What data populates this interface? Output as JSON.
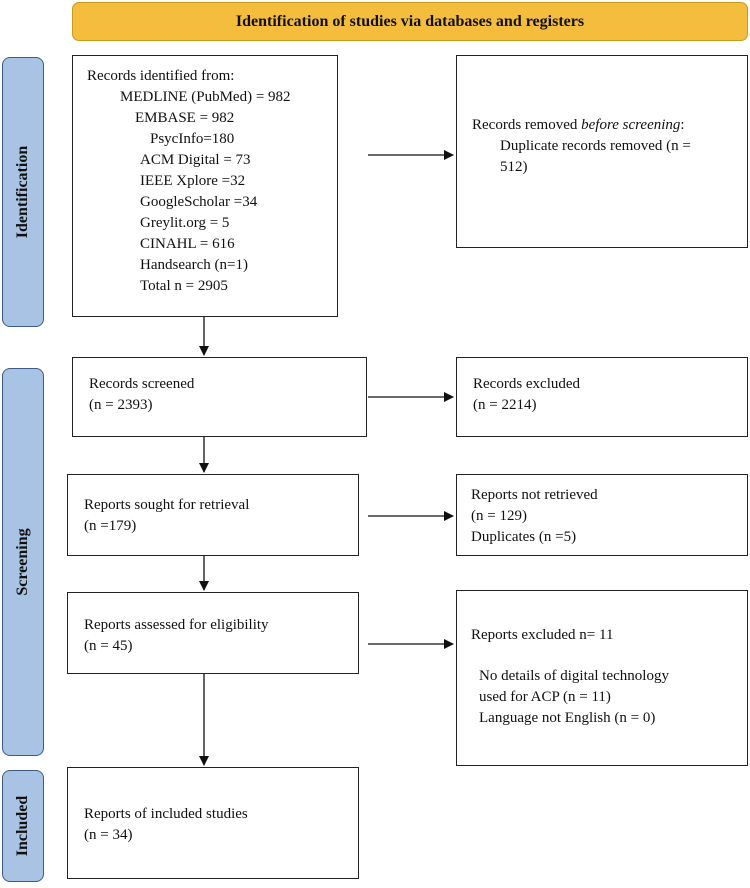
{
  "header": {
    "title": "Identification of studies via databases and registers"
  },
  "stages": {
    "identification": "Identification",
    "screening": "Screening",
    "included": "Included"
  },
  "records_identified": {
    "heading": "Records identified from:",
    "sources": [
      "MEDLINE (PubMed) = 982",
      "EMBASE = 982",
      "PsycInfo=180",
      "ACM Digital = 73",
      "IEEE Xplore =32",
      "GoogleScholar =34",
      "Greylit.org = 5",
      "CINAHL = 616",
      "Handsearch (n=1)",
      "Total n = 2905"
    ]
  },
  "records_removed": {
    "prefix": "Records removed ",
    "emphasis": "before screening",
    "suffix": ":",
    "line1": "Duplicate records removed  (n =",
    "line2": "512)"
  },
  "records_screened": {
    "label": "Records screened",
    "count": "(n = 2393)"
  },
  "records_excluded": {
    "label": "Records excluded",
    "count": "(n = 2214)"
  },
  "reports_sought": {
    "label": "Reports sought for retrieval",
    "count": "(n =179)"
  },
  "reports_not_retrieved": {
    "label": "Reports not retrieved",
    "count": "(n = 129)",
    "duplicates": "Duplicates (n =5)"
  },
  "reports_assessed": {
    "label": "Reports assessed for eligibility",
    "count": "(n = 45)"
  },
  "reports_excluded": {
    "label": "Reports excluded n= 11",
    "reason1_line1": "No details of digital technology",
    "reason1_line2": "used for ACP (n = 11)",
    "reason2": "Language not English (n = 0)"
  },
  "included_studies": {
    "label": "Reports of included studies",
    "count": "(n = 34)"
  },
  "colors": {
    "banner": "#f4bd3e",
    "stage_tab": "#a8c3e3",
    "border": "#222222"
  }
}
